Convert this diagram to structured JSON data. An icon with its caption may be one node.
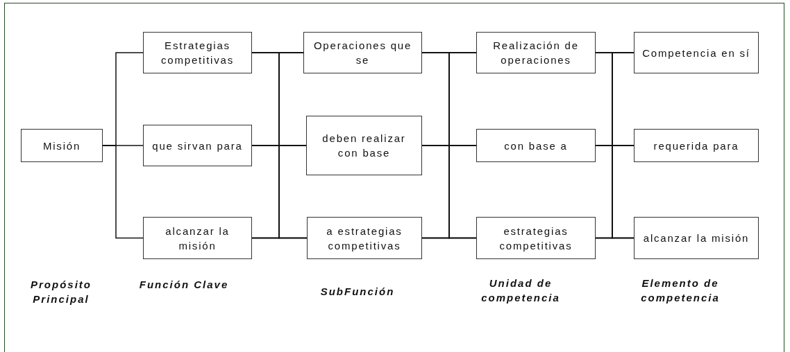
{
  "diagram": {
    "nodes": [
      {
        "text": [
          "Misión"
        ]
      },
      {
        "text": [
          "Estrategias competitivas"
        ]
      },
      {
        "text": [
          "que sirvan para"
        ]
      },
      {
        "text": [
          "alcanzar la misión"
        ]
      },
      {
        "text": [
          "Operaciones que se"
        ]
      },
      {
        "text": [
          "deben realizar con base"
        ]
      },
      {
        "text": [
          "a estrategias competitivas"
        ]
      },
      {
        "text": [
          "Realización de operaciones"
        ]
      },
      {
        "text": [
          "con base a"
        ]
      },
      {
        "text": [
          "estrategias competitivas"
        ]
      },
      {
        "text": [
          "Competencia en sí"
        ]
      },
      {
        "text": [
          "requerida para"
        ]
      },
      {
        "text": [
          "alcanzar la misión"
        ]
      }
    ],
    "edges": [
      {
        "from": 0,
        "to": 1,
        "arrow": "none"
      },
      {
        "from": 0,
        "to": 2,
        "arrow": "none"
      },
      {
        "from": 0,
        "to": 3,
        "arrow": "none"
      },
      {
        "from": 1,
        "to": 4,
        "arrow": "none"
      },
      {
        "from": 1,
        "to": 5,
        "arrow": "none"
      },
      {
        "from": 1,
        "to": 6,
        "arrow": "none"
      },
      {
        "from": 2,
        "to": 4,
        "arrow": "none"
      },
      {
        "from": 2,
        "to": 5,
        "arrow": "none"
      },
      {
        "from": 2,
        "to": 6,
        "arrow": "none"
      },
      {
        "from": 3,
        "to": 4,
        "arrow": "none"
      },
      {
        "from": 3,
        "to": 5,
        "arrow": "none"
      },
      {
        "from": 3,
        "to": 6,
        "arrow": "none"
      },
      {
        "from": 4,
        "to": 7,
        "arrow": "none"
      },
      {
        "from": 4,
        "to": 8,
        "arrow": "none"
      },
      {
        "from": 4,
        "to": 9,
        "arrow": "none"
      },
      {
        "from": 5,
        "to": 7,
        "arrow": "none"
      },
      {
        "from": 5,
        "to": 8,
        "arrow": "none"
      },
      {
        "from": 5,
        "to": 9,
        "arrow": "none"
      },
      {
        "from": 6,
        "to": 7,
        "arrow": "none"
      },
      {
        "from": 6,
        "to": 8,
        "arrow": "none"
      },
      {
        "from": 6,
        "to": 9,
        "arrow": "none"
      },
      {
        "from": 7,
        "to": 10,
        "arrow": "none"
      },
      {
        "from": 7,
        "to": 11,
        "arrow": "none"
      },
      {
        "from": 7,
        "to": 12,
        "arrow": "none"
      },
      {
        "from": 8,
        "to": 10,
        "arrow": "none"
      },
      {
        "from": 8,
        "to": 11,
        "arrow": "none"
      },
      {
        "from": 8,
        "to": 12,
        "arrow": "none"
      },
      {
        "from": 9,
        "to": 10,
        "arrow": "none"
      },
      {
        "from": 9,
        "to": 11,
        "arrow": "none"
      },
      {
        "from": 9,
        "to": 12,
        "arrow": "none"
      }
    ],
    "labels": [
      "Propósito Principal",
      "Función Clave",
      "SubFunción",
      "Unidad de competencia",
      "Elemento de competencia"
    ]
  }
}
